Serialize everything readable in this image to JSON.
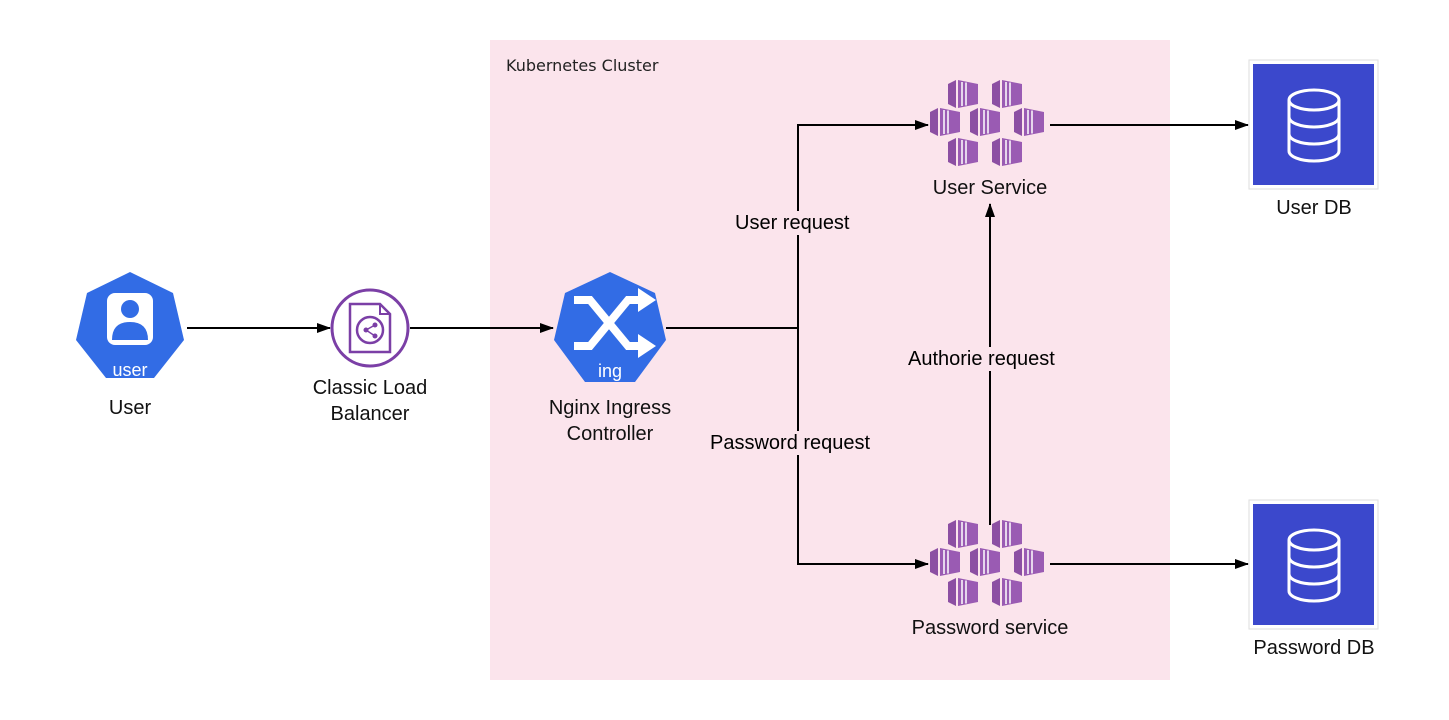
{
  "cluster": {
    "title": "Kubernetes Cluster",
    "fill": "#fbe4ec"
  },
  "nodes": {
    "user": {
      "label": "User",
      "badge": "user",
      "icon": "user-icon"
    },
    "load_balancer": {
      "label_line1": "Classic Load",
      "label_line2": "Balancer",
      "icon": "load-balancer-icon"
    },
    "ingress": {
      "label_line1": "Nginx Ingress",
      "label_line2": "Controller",
      "badge": "ing",
      "icon": "shuffle-icon"
    },
    "user_service": {
      "label": "User Service",
      "icon": "pods-icon"
    },
    "password_service": {
      "label": "Password service",
      "icon": "pods-icon"
    },
    "user_db": {
      "label": "User DB",
      "icon": "database-icon"
    },
    "password_db": {
      "label": "Password DB",
      "icon": "database-icon"
    }
  },
  "edges": {
    "user_request": "User request",
    "password_request": "Password request",
    "authorize_request": "Authorie request"
  },
  "colors": {
    "k8s_blue": "#326ce5",
    "pod_purple": "#8c4fa3",
    "elb_purple": "#7b3fa6",
    "db_blue": "#3b48cc"
  }
}
